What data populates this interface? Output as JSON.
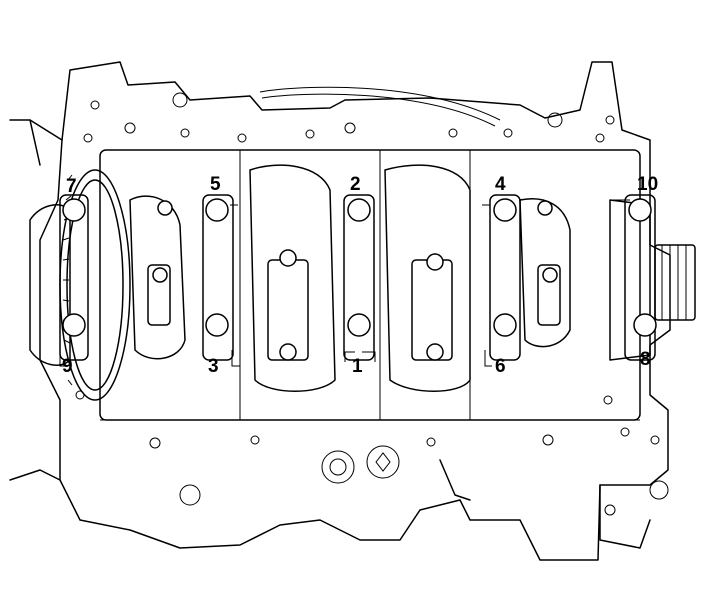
{
  "diagram": {
    "bolt_labels": {
      "b1": "1",
      "b2": "2",
      "b3": "3",
      "b4": "4",
      "b5": "5",
      "b6": "6",
      "b7": "7",
      "b8": "8",
      "b9": "9",
      "b10": "10"
    }
  }
}
